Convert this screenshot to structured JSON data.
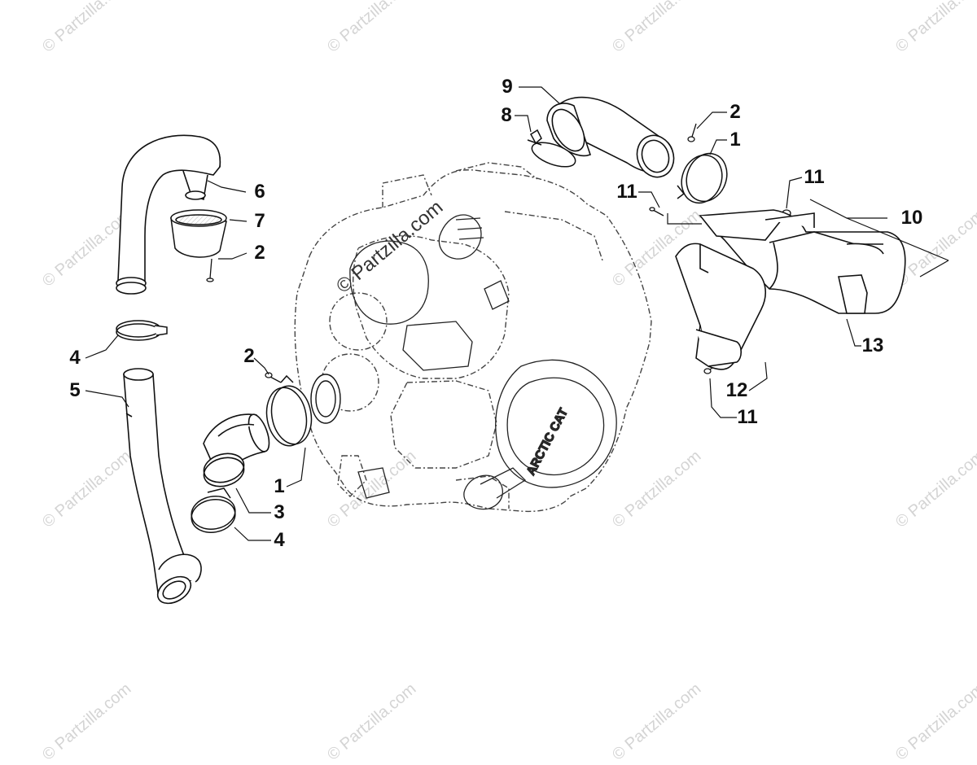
{
  "watermark": {
    "text": "© Partzilla.com",
    "center_text": "© Partzilla.com"
  },
  "engine_badge": "ARCTIC CAT",
  "callouts": [
    {
      "id": "c9",
      "label": "9"
    },
    {
      "id": "c8",
      "label": "8"
    },
    {
      "id": "c2a",
      "label": "2"
    },
    {
      "id": "c1a",
      "label": "1"
    },
    {
      "id": "c11a",
      "label": "11"
    },
    {
      "id": "c11b",
      "label": "11"
    },
    {
      "id": "c10",
      "label": "10"
    },
    {
      "id": "c13",
      "label": "13"
    },
    {
      "id": "c12",
      "label": "12"
    },
    {
      "id": "c11c",
      "label": "11"
    },
    {
      "id": "c6",
      "label": "6"
    },
    {
      "id": "c7",
      "label": "7"
    },
    {
      "id": "c2b",
      "label": "2"
    },
    {
      "id": "c4a",
      "label": "4"
    },
    {
      "id": "c5",
      "label": "5"
    },
    {
      "id": "c2c",
      "label": "2"
    },
    {
      "id": "c1b",
      "label": "1"
    },
    {
      "id": "c3",
      "label": "3"
    },
    {
      "id": "c4b",
      "label": "4"
    }
  ]
}
